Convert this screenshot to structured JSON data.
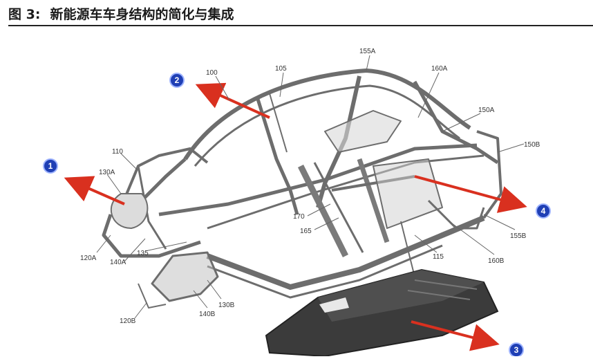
{
  "caption": {
    "figure_no": "图 3:",
    "title": "新能源车车身结构的简化与集成"
  },
  "callouts": [
    "155A",
    "100",
    "105",
    "160A",
    "150A",
    "150B",
    "110",
    "130A",
    "170",
    "165",
    "120A",
    "140A",
    "135",
    "115",
    "155B",
    "160B",
    "130B",
    "140B",
    "120B"
  ],
  "badges": [
    "1",
    "2",
    "3",
    "4"
  ],
  "colors": {
    "arrow": "#d9301f",
    "badge": "#1f3fb5",
    "frame": "#6d6d6d",
    "battery": "#3b3b3b"
  }
}
